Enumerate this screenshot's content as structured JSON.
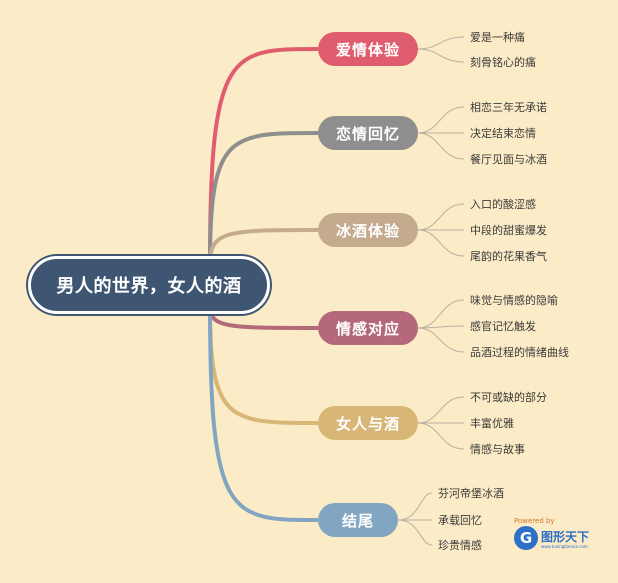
{
  "root": {
    "label": "男人的世界，女人的酒",
    "color": "#3f5673"
  },
  "branches": [
    {
      "label": "爱情体验",
      "color": "#e05d6f",
      "leaves": [
        "爱是一种痛",
        "刻骨铭心的痛"
      ]
    },
    {
      "label": "恋情回忆",
      "color": "#8e8e8e",
      "leaves": [
        "相恋三年无承诺",
        "决定结束恋情",
        "餐厅见面与冰酒"
      ]
    },
    {
      "label": "冰酒体验",
      "color": "#c4ab8e",
      "leaves": [
        "入口的酸涩感",
        "中段的甜蜜爆发",
        "尾韵的花果香气"
      ]
    },
    {
      "label": "情感对应",
      "color": "#b4697a",
      "leaves": [
        "味觉与情感的隐喻",
        "感官记忆触发",
        "品酒过程的情绪曲线"
      ]
    },
    {
      "label": "女人与酒",
      "color": "#d8b676",
      "leaves": [
        "不可或缺的部分",
        "丰富优雅",
        "情感与故事"
      ]
    },
    {
      "label": "结尾",
      "color": "#82a6c2",
      "leaves": [
        "芬河帝堡冰酒",
        "承载回忆",
        "珍贵情感"
      ]
    }
  ],
  "logo": {
    "powered": "Powered by",
    "name": "图形天下",
    "mark": "G"
  }
}
